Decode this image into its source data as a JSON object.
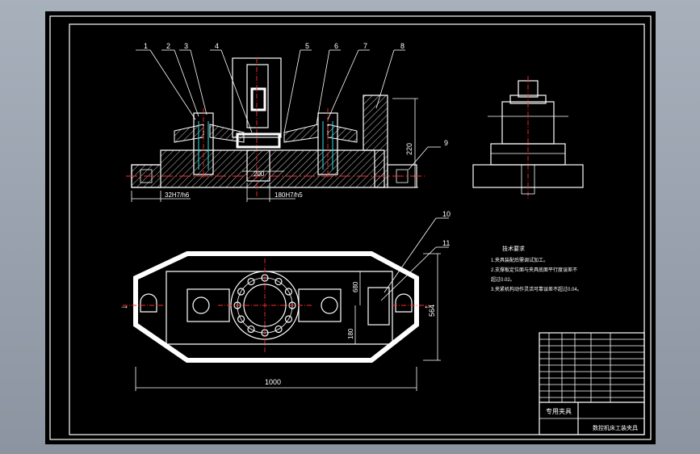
{
  "drawing": {
    "balloons": [
      "1",
      "2",
      "3",
      "4",
      "5",
      "6",
      "7",
      "8",
      "9",
      "10",
      "11"
    ],
    "dimensions": {
      "height_220": "220",
      "fit_left": "32H7/h6",
      "fit_center": "180H7/h5",
      "center_200": "200",
      "len_1000": "1000",
      "width_564": "564",
      "d_680": "680",
      "d_180": "180"
    },
    "tech_req": {
      "title": "技术要求",
      "lines": [
        "1.夹具装配后需调试加工。",
        "2.支撑板定位面与夹具底面平行度误差不",
        "超过0.02。",
        "3.夹紧机构动作灵活可靠误差不超过0.04。"
      ]
    },
    "title_block": {
      "name": "专用夹具",
      "drawing_title": "数控机床工装夹具"
    }
  }
}
